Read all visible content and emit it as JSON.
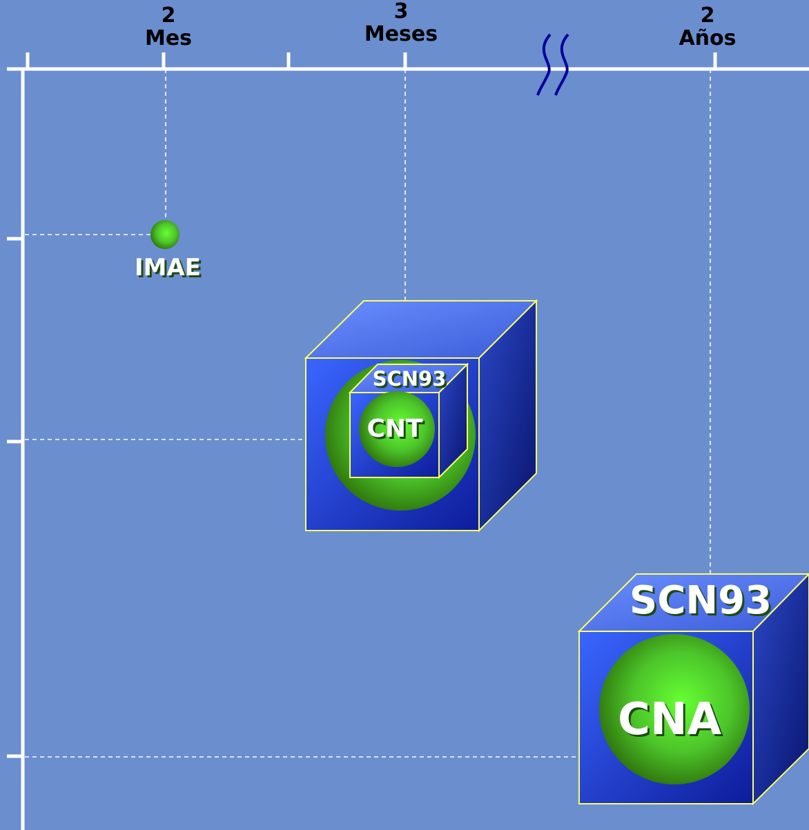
{
  "axis": {
    "ticks": [
      {
        "number": "2",
        "unit": "Mes"
      },
      {
        "number": "3",
        "unit": "Meses"
      },
      {
        "number": "2",
        "unit": "Años"
      }
    ]
  },
  "items": {
    "imae": {
      "label": "IMAE"
    },
    "small_cube": {
      "outer_label": "SCN93",
      "inner_label": "CNT"
    },
    "large_cube": {
      "outer_label": "SCN93",
      "inner_label": "CNA"
    }
  },
  "colors": {
    "background": "#6b8ecf",
    "axis": "#ffffff",
    "cube_edge": "#ffff66",
    "cube_light": "#4f7dff",
    "cube_dark": "#0b1a8a",
    "sphere_light": "#66ff33",
    "sphere_dark": "#2d6e0a",
    "break_mark": "#000099"
  }
}
